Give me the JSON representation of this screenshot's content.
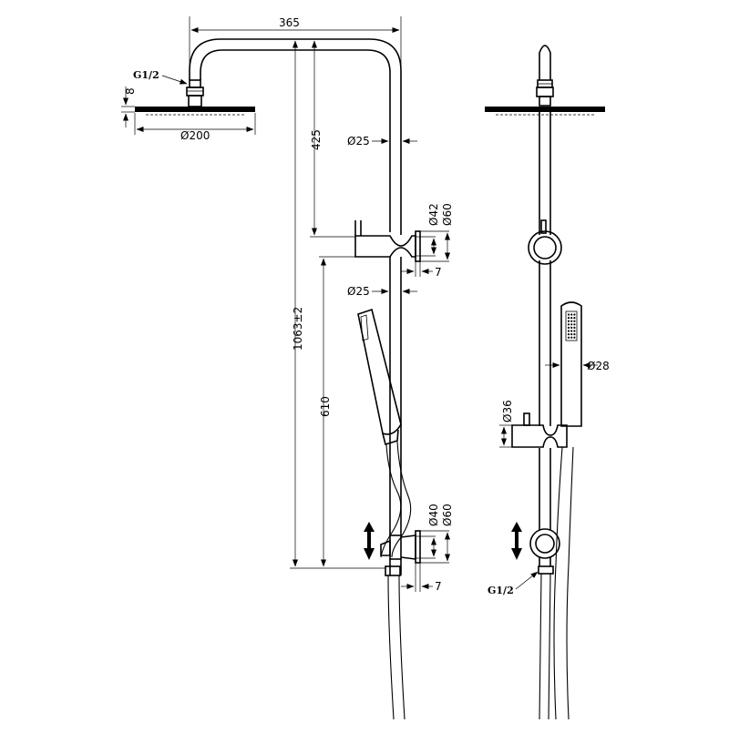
{
  "side_view": {
    "dims": {
      "overall_width": "365",
      "inlet_thread": "G1/2",
      "head_thickness": "8",
      "head_diameter": "Ø200",
      "arm_drop": "425",
      "rail_diameter_upper": "Ø25",
      "bracket_upper_d1": "Ø42",
      "bracket_upper_d2": "Ø60",
      "bracket_upper_gap": "7",
      "rail_diameter_lower": "Ø25",
      "total_height": "1063±2",
      "slider_height": "610",
      "bracket_lower_d1": "Ø40",
      "bracket_lower_d2": "Ø60",
      "bracket_lower_gap": "7"
    }
  },
  "front_view": {
    "dims": {
      "handshower_diameter": "Ø28",
      "slider_diameter": "Ø36",
      "outlet_thread": "G1/2"
    }
  }
}
